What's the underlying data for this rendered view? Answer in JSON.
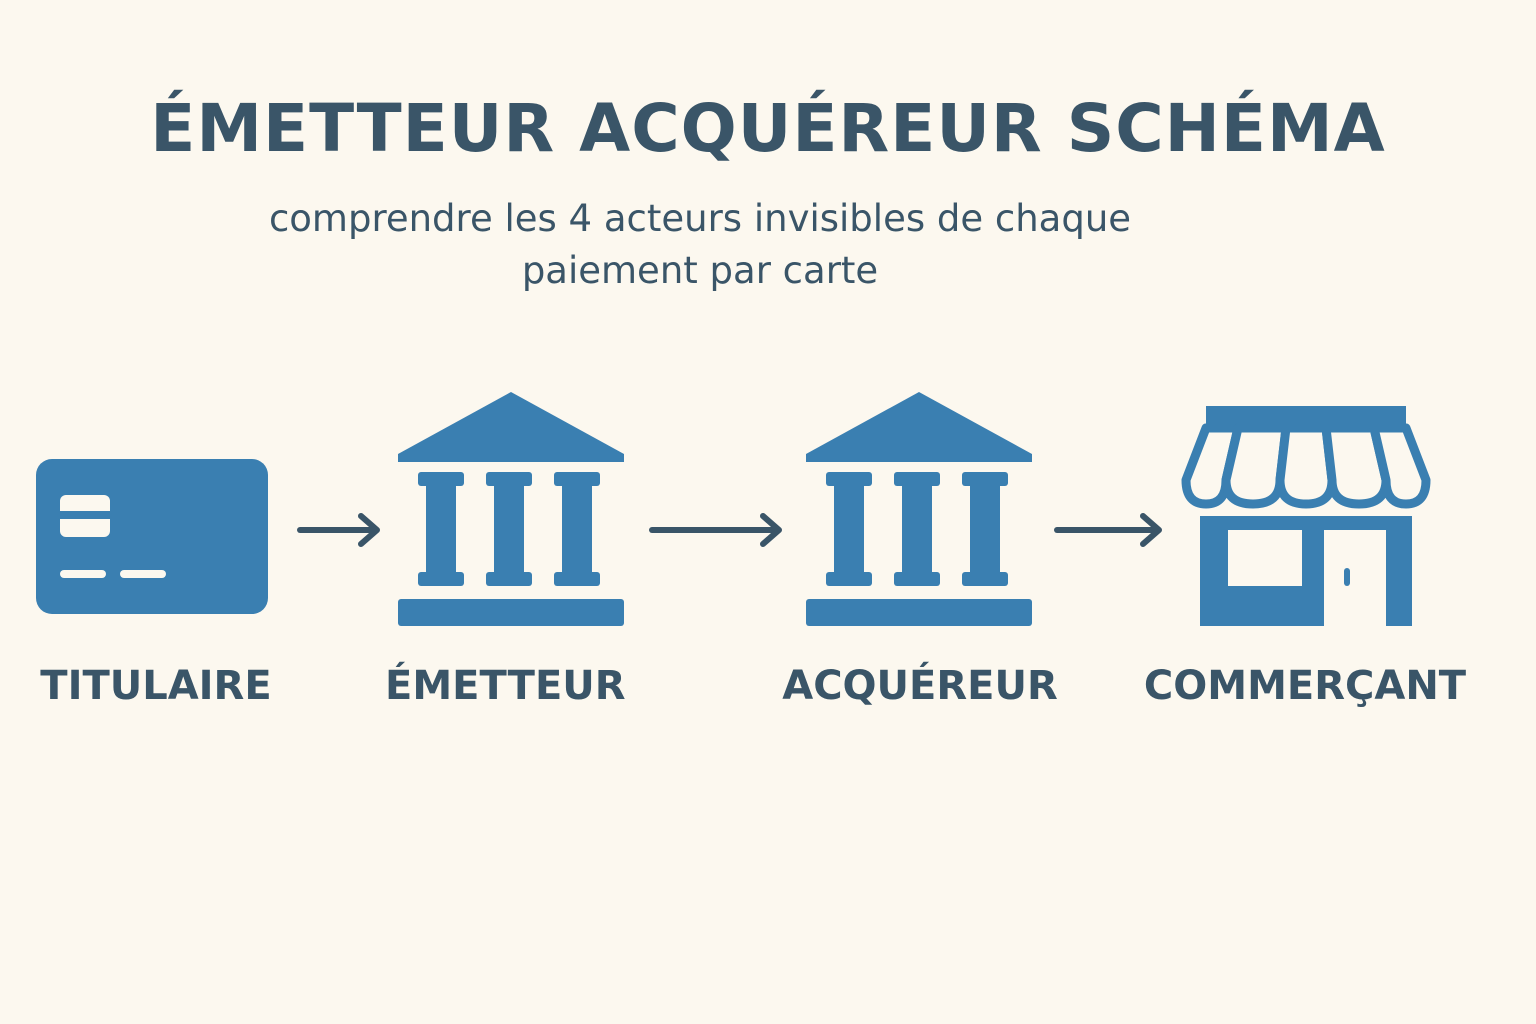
{
  "title": "ÉMETTEUR ACQUÉREUR SCHÉMA",
  "subtitle": "comprendre les 4 acteurs invisibles de chaque paiement par carte",
  "colors": {
    "background": "#fcf8ef",
    "icon": "#3a7fb1",
    "text": "#3a5568"
  },
  "actors": [
    {
      "label": "TITULAIRE",
      "icon": "credit-card-icon"
    },
    {
      "label": "ÉMETTEUR",
      "icon": "bank-icon"
    },
    {
      "label": "ACQUÉREUR",
      "icon": "bank-icon"
    },
    {
      "label": "COMMERÇANT",
      "icon": "storefront-icon"
    }
  ],
  "arrows": [
    "arrow-right-icon",
    "arrow-right-icon",
    "arrow-right-icon"
  ]
}
